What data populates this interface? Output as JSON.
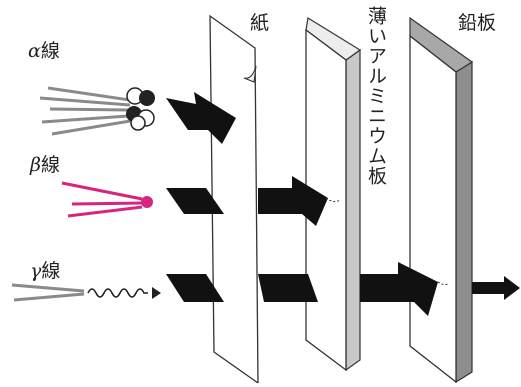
{
  "rays": {
    "alpha": {
      "symbol": "α",
      "suffix": "線"
    },
    "beta": {
      "symbol": "β",
      "suffix": "線"
    },
    "gamma": {
      "symbol": "γ",
      "suffix": "線"
    }
  },
  "barriers": {
    "paper": "紙",
    "aluminum": "薄いアルミニウム板",
    "lead": "鉛板"
  },
  "colors": {
    "beta": "#d6257e",
    "ray_gray": "#8a8a8a",
    "arrow": "#111111",
    "paper_face": "#ffffff",
    "paper_edge": "#cfcfcf",
    "aluminum_edge": "#c8c8c8",
    "lead_face": "#ffffff",
    "lead_edge": "#8e8e8e"
  },
  "icons": {
    "alpha_particle": "helium-nucleus-icon",
    "beta_particle": "electron-icon",
    "gamma_wave": "wavy-arrow-icon"
  }
}
